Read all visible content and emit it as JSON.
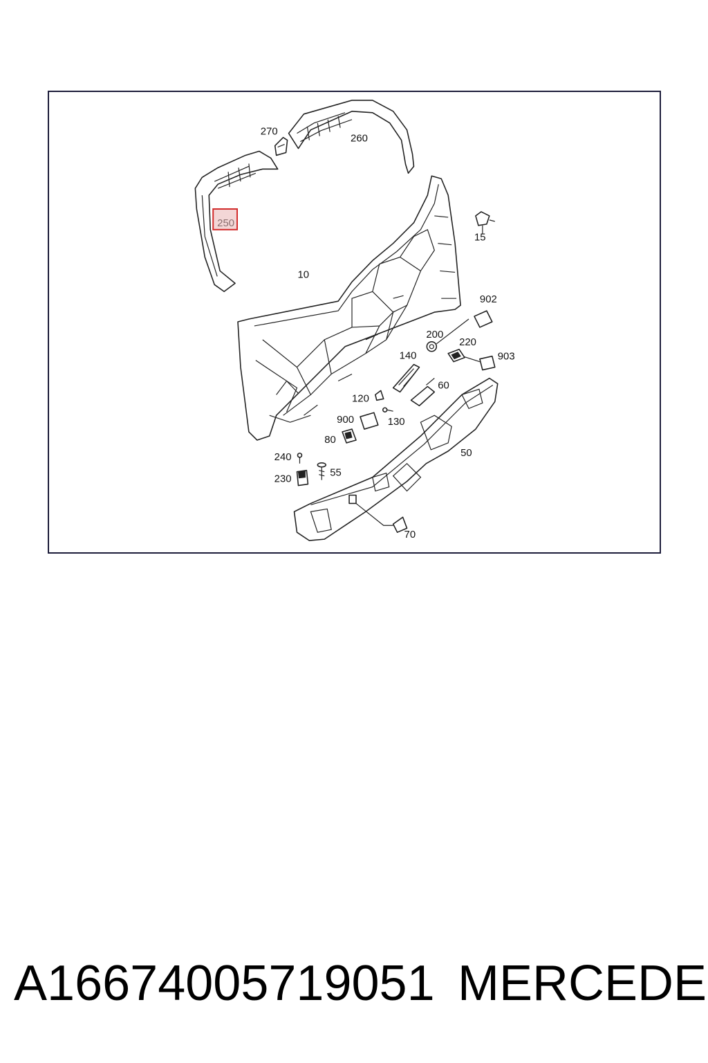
{
  "diagram": {
    "callouts": {
      "c270": "270",
      "c260": "260",
      "c250": "250",
      "c15": "15",
      "c10": "10",
      "c902": "902",
      "c200": "200",
      "c220": "220",
      "c903": "903",
      "c140": "140",
      "c60": "60",
      "c120": "120",
      "c900": "900",
      "c130": "130",
      "c80": "80",
      "c50": "50",
      "c240": "240",
      "c55": "55",
      "c230": "230",
      "c70": "70"
    },
    "highlighted_callout": "250",
    "highlight_color": "#d22a2a"
  },
  "footer": {
    "part_number": "A16674005719051",
    "brand": "MERCEDES"
  }
}
